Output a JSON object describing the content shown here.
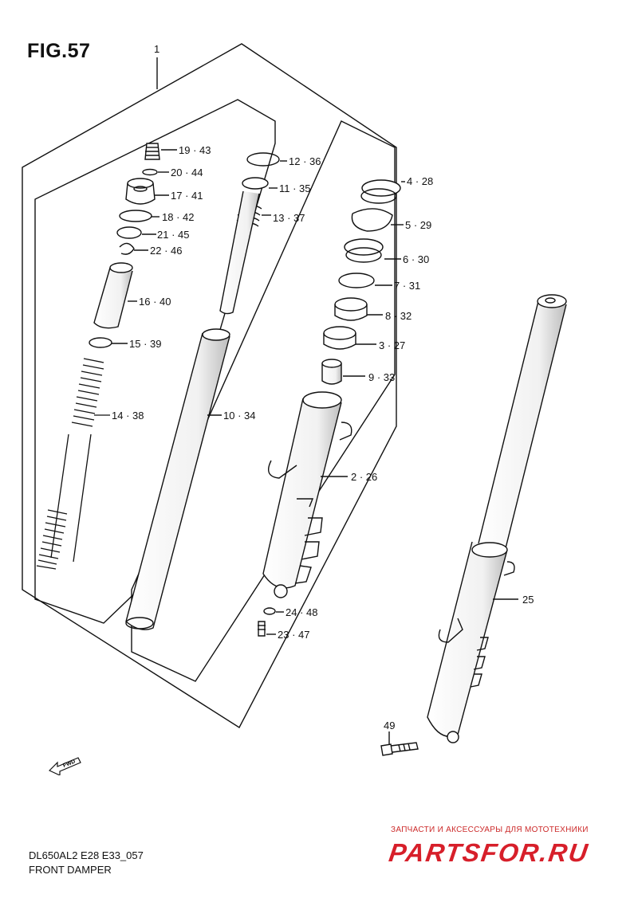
{
  "figure": {
    "title": "FIG.57"
  },
  "assembly_label": "1",
  "callouts": [
    {
      "id": "c-19",
      "text": "19 · 43"
    },
    {
      "id": "c-20",
      "text": "20 · 44"
    },
    {
      "id": "c-17",
      "text": "17 · 41"
    },
    {
      "id": "c-18",
      "text": "18 · 42"
    },
    {
      "id": "c-21",
      "text": "21 · 45"
    },
    {
      "id": "c-22",
      "text": "22 · 46"
    },
    {
      "id": "c-16",
      "text": "16 · 40"
    },
    {
      "id": "c-15",
      "text": "15 · 39"
    },
    {
      "id": "c-14",
      "text": "14 · 38"
    },
    {
      "id": "c-12",
      "text": "12 · 36"
    },
    {
      "id": "c-11",
      "text": "11 · 35"
    },
    {
      "id": "c-13",
      "text": "13 · 37"
    },
    {
      "id": "c-10",
      "text": "10 · 34"
    },
    {
      "id": "c-4",
      "text": "4 · 28"
    },
    {
      "id": "c-5",
      "text": "5 · 29"
    },
    {
      "id": "c-6",
      "text": "6 · 30"
    },
    {
      "id": "c-7",
      "text": "7 · 31"
    },
    {
      "id": "c-8",
      "text": "8 · 32"
    },
    {
      "id": "c-3",
      "text": "3 · 27"
    },
    {
      "id": "c-9",
      "text": "9 · 33"
    },
    {
      "id": "c-2",
      "text": "2 · 26"
    },
    {
      "id": "c-24",
      "text": "24 · 48"
    },
    {
      "id": "c-23",
      "text": "23 · 47"
    },
    {
      "id": "c-25",
      "text": "25"
    },
    {
      "id": "c-49",
      "text": "49"
    }
  ],
  "fwd_label": "FWD",
  "footer": {
    "model": "DL650AL2 E28 E33_057",
    "caption": "FRONT DAMPER"
  },
  "watermark": {
    "subtitle": "ЗАПЧАСТИ И АКСЕССУАРЫ ДЛЯ МОТОТЕХНИКИ",
    "brand": "PARTSFOR.RU"
  },
  "colors": {
    "line": "#111111",
    "watermark": "#d71f2a"
  }
}
